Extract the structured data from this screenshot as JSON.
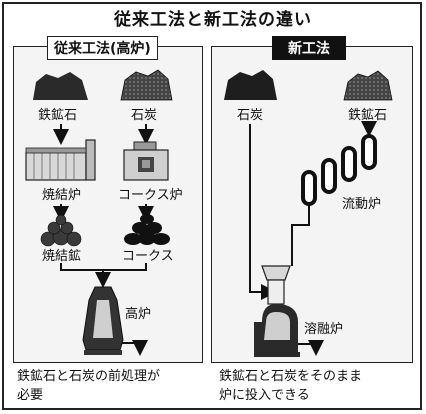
{
  "title": "従来工法と新工法の違い",
  "old_method": {
    "tab": "従来工法(高炉)",
    "ore": "鉄鉱石",
    "coal": "石炭",
    "sinter_furnace": "焼結炉",
    "coke_oven": "コークス炉",
    "sinter": "焼結鉱",
    "coke": "コークス",
    "blast_furnace": "高炉",
    "note_line1": "鉄鉱石と石炭の前処理が",
    "note_line2": "必要"
  },
  "new_method": {
    "tab": "新工法",
    "coal": "石炭",
    "ore": "鉄鉱石",
    "fluidized_bed": "流動炉",
    "smelting_furnace": "溶融炉",
    "note_line1": "鉄鉱石と石炭をそのまま",
    "note_line2": "炉に投入できる"
  }
}
